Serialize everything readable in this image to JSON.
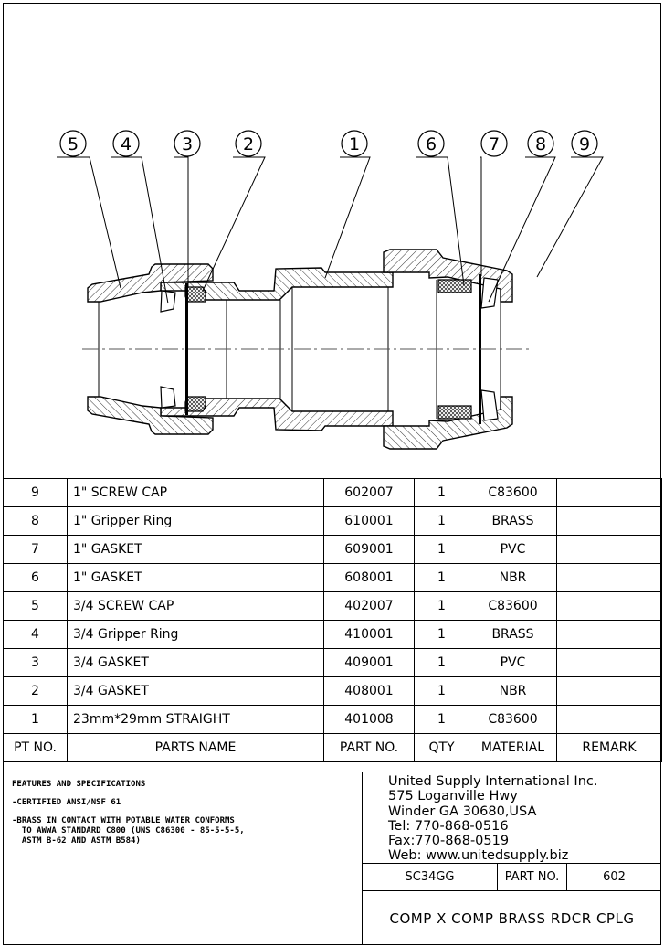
{
  "balloons": [
    "5",
    "4",
    "3",
    "2",
    "1",
    "6",
    "7",
    "8",
    "9"
  ],
  "parts_table": {
    "rows": [
      {
        "pt_no": "9",
        "name": "1\" SCREW CAP",
        "part_no": "602007",
        "qty": "1",
        "material": "C83600",
        "remark": ""
      },
      {
        "pt_no": "8",
        "name": "1\" Gripper Ring",
        "part_no": "610001",
        "qty": "1",
        "material": "BRASS",
        "remark": ""
      },
      {
        "pt_no": "7",
        "name": "1\" GASKET",
        "part_no": "609001",
        "qty": "1",
        "material": "PVC",
        "remark": ""
      },
      {
        "pt_no": "6",
        "name": "1\" GASKET",
        "part_no": "608001",
        "qty": "1",
        "material": "NBR",
        "remark": ""
      },
      {
        "pt_no": "5",
        "name": "3/4 SCREW CAP",
        "part_no": "402007",
        "qty": "1",
        "material": "C83600",
        "remark": ""
      },
      {
        "pt_no": "4",
        "name": "3/4 Gripper Ring",
        "part_no": "410001",
        "qty": "1",
        "material": "BRASS",
        "remark": ""
      },
      {
        "pt_no": "3",
        "name": "3/4 GASKET",
        "part_no": "409001",
        "qty": "1",
        "material": "PVC",
        "remark": ""
      },
      {
        "pt_no": "2",
        "name": "3/4 GASKET",
        "part_no": "408001",
        "qty": "1",
        "material": "NBR",
        "remark": ""
      },
      {
        "pt_no": "1",
        "name": "23mm*29mm STRAIGHT",
        "part_no": "401008",
        "qty": "1",
        "material": "C83600",
        "remark": ""
      }
    ],
    "headers": {
      "pt_no": "PT NO.",
      "name": "PARTS NAME",
      "part_no": "PART NO.",
      "qty": "QTY",
      "material": "MATERIAL",
      "remark": "REMARK"
    }
  },
  "features": {
    "title": "FEATURES AND SPECIFICATIONS",
    "lines": [
      "-CERTIFIED ANSI/NSF 61",
      "-BRASS IN CONTACT WITH POTABLE WATER CONFORMS",
      "  TO AWWA STANDARD C800 (UNS C86300 - 85-5-5-5,",
      "  ASTM B-62 AND ASTM B584)"
    ]
  },
  "company": {
    "name": "United Supply International Inc.",
    "street": "575 Loganville Hwy",
    "city": "Winder GA 30680,USA",
    "tel": "Tel: 770-868-0516",
    "fax": "Fax:770-868-0519",
    "web": "Web: www.unitedsupply.biz"
  },
  "title_block": {
    "model": "SC34GG",
    "part_no_label": "PART NO.",
    "part_no": "602",
    "description": "COMP X COMP BRASS RDCR CPLG"
  }
}
